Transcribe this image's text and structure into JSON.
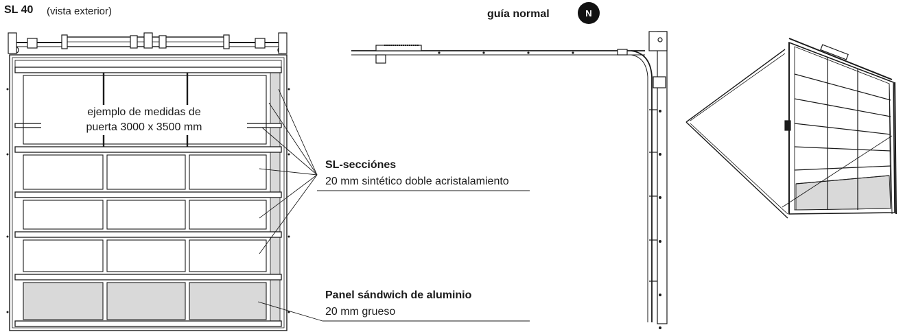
{
  "header": {
    "model": "SL 40",
    "view": "(vista exterior)",
    "guide_label": "guía normal",
    "guide_badge": "N"
  },
  "example": {
    "line1": "ejemplo de medidas de",
    "line2": "puerta 3000 x 3500 mm"
  },
  "callouts": {
    "sections_title": "SL-secciónes",
    "sections_desc": "20 mm sintético doble acristalamiento",
    "panel_title": "Panel sándwich de aluminio",
    "panel_desc": "20 mm grueso"
  },
  "colors": {
    "line": "#1a1a1a",
    "panel_fill": "#d9d9d9",
    "badge": "#111111"
  }
}
